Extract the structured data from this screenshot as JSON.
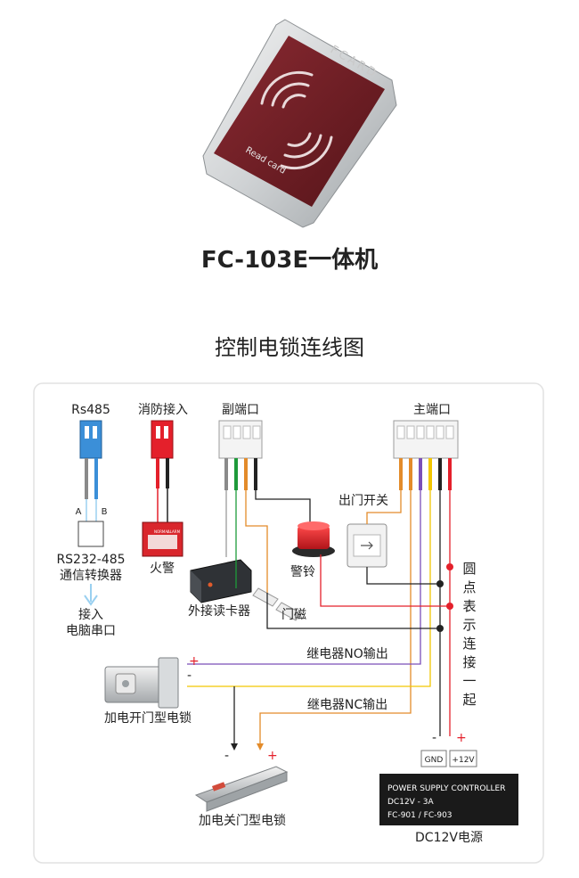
{
  "product": {
    "reader_brand": "FCARD",
    "reader_text": "Read card",
    "title": "FC-103E一体机"
  },
  "diagram": {
    "title": "控制电锁连线图",
    "ports": {
      "rs485": "Rs485",
      "fire": "消防接入",
      "aux": "副端口",
      "main": "主端口"
    },
    "labels": {
      "a": "A",
      "b": "B",
      "converter_line1": "RS232-485",
      "converter_line2": "通信转换器",
      "pc_line1": "接入",
      "pc_line2": "电脑串口",
      "fire_alarm": "火警",
      "ext_reader": "外接读卡器",
      "door_sensor": "门磁",
      "buzzer": "警铃",
      "exit_button": "出门开关",
      "relay_no": "继电器NO输出",
      "relay_nc": "继电器NC输出",
      "lock_open": "加电开门型电锁",
      "lock_close": "加电关门型电锁",
      "dot_note": [
        "圆",
        "点",
        "表",
        "示",
        "连",
        "接",
        "一",
        "起"
      ],
      "plus": "+",
      "minus": "-",
      "gnd": "GND",
      "v12": "+12V",
      "power_source": "DC12V电源"
    },
    "power_supply": {
      "line1": "POWER SUPPLY CONTROLLER",
      "line2": "DC12V - 3A",
      "line3": "FC-901 / FC-903"
    },
    "fire_alarm_device_text": [
      "NORMAL",
      "ALARM"
    ]
  },
  "colors": {
    "reader_face": "#6e1d24",
    "wire_red": "#e4202b",
    "wire_orange": "#e38b2a",
    "wire_blue": "#3b8fd8",
    "wire_green": "#1e9a3a",
    "wire_yellow": "#f2c600",
    "wire_purple": "#7a4fb8",
    "wire_black": "#222222",
    "wire_gray": "#8a8a8a"
  }
}
